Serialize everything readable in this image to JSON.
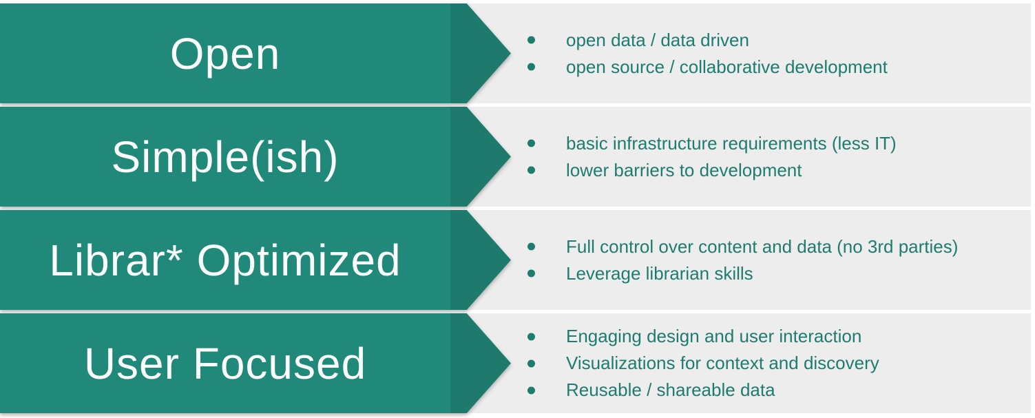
{
  "colors": {
    "background": "#ffffff",
    "row_bg": "#ededed",
    "banner": "#218979",
    "banner_arrow": "#1d7a6c",
    "bullet_text": "#1e7c6f",
    "title_text": "#fafdfc"
  },
  "rows": [
    {
      "title": "Open",
      "bullets": [
        "open data / data driven",
        "open source / collaborative development"
      ]
    },
    {
      "title": "Simple(ish)",
      "bullets": [
        "basic infrastructure requirements (less IT)",
        "lower barriers to development"
      ]
    },
    {
      "title": "Librar* Optimized",
      "bullets": [
        "Full control over content and data (no 3rd parties)",
        "Leverage librarian skills"
      ]
    },
    {
      "title": "User Focused",
      "bullets": [
        "Engaging design and user interaction",
        "Visualizations for context and discovery",
        "Reusable / shareable data"
      ]
    }
  ]
}
